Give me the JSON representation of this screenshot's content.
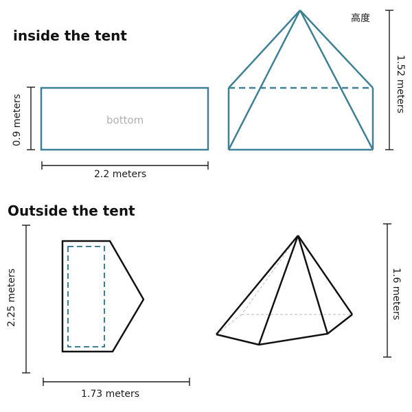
{
  "sections": {
    "inside": {
      "heading": "inside the tent",
      "base_width": "2.2 meters",
      "base_depth": "0.9 meters",
      "base_label": "bottom",
      "height_label": "高度",
      "height_value": "1.52 meters"
    },
    "outside": {
      "heading": "Outside the tent",
      "base_height": "2.25 meters",
      "base_width": "1.73 meters",
      "height_value": "1.6 meters"
    }
  },
  "colors": {
    "teal": "#3d8096",
    "black": "#111111",
    "light_gray": "#b0b0b0",
    "dashed_gray": "#c8c8c8"
  }
}
